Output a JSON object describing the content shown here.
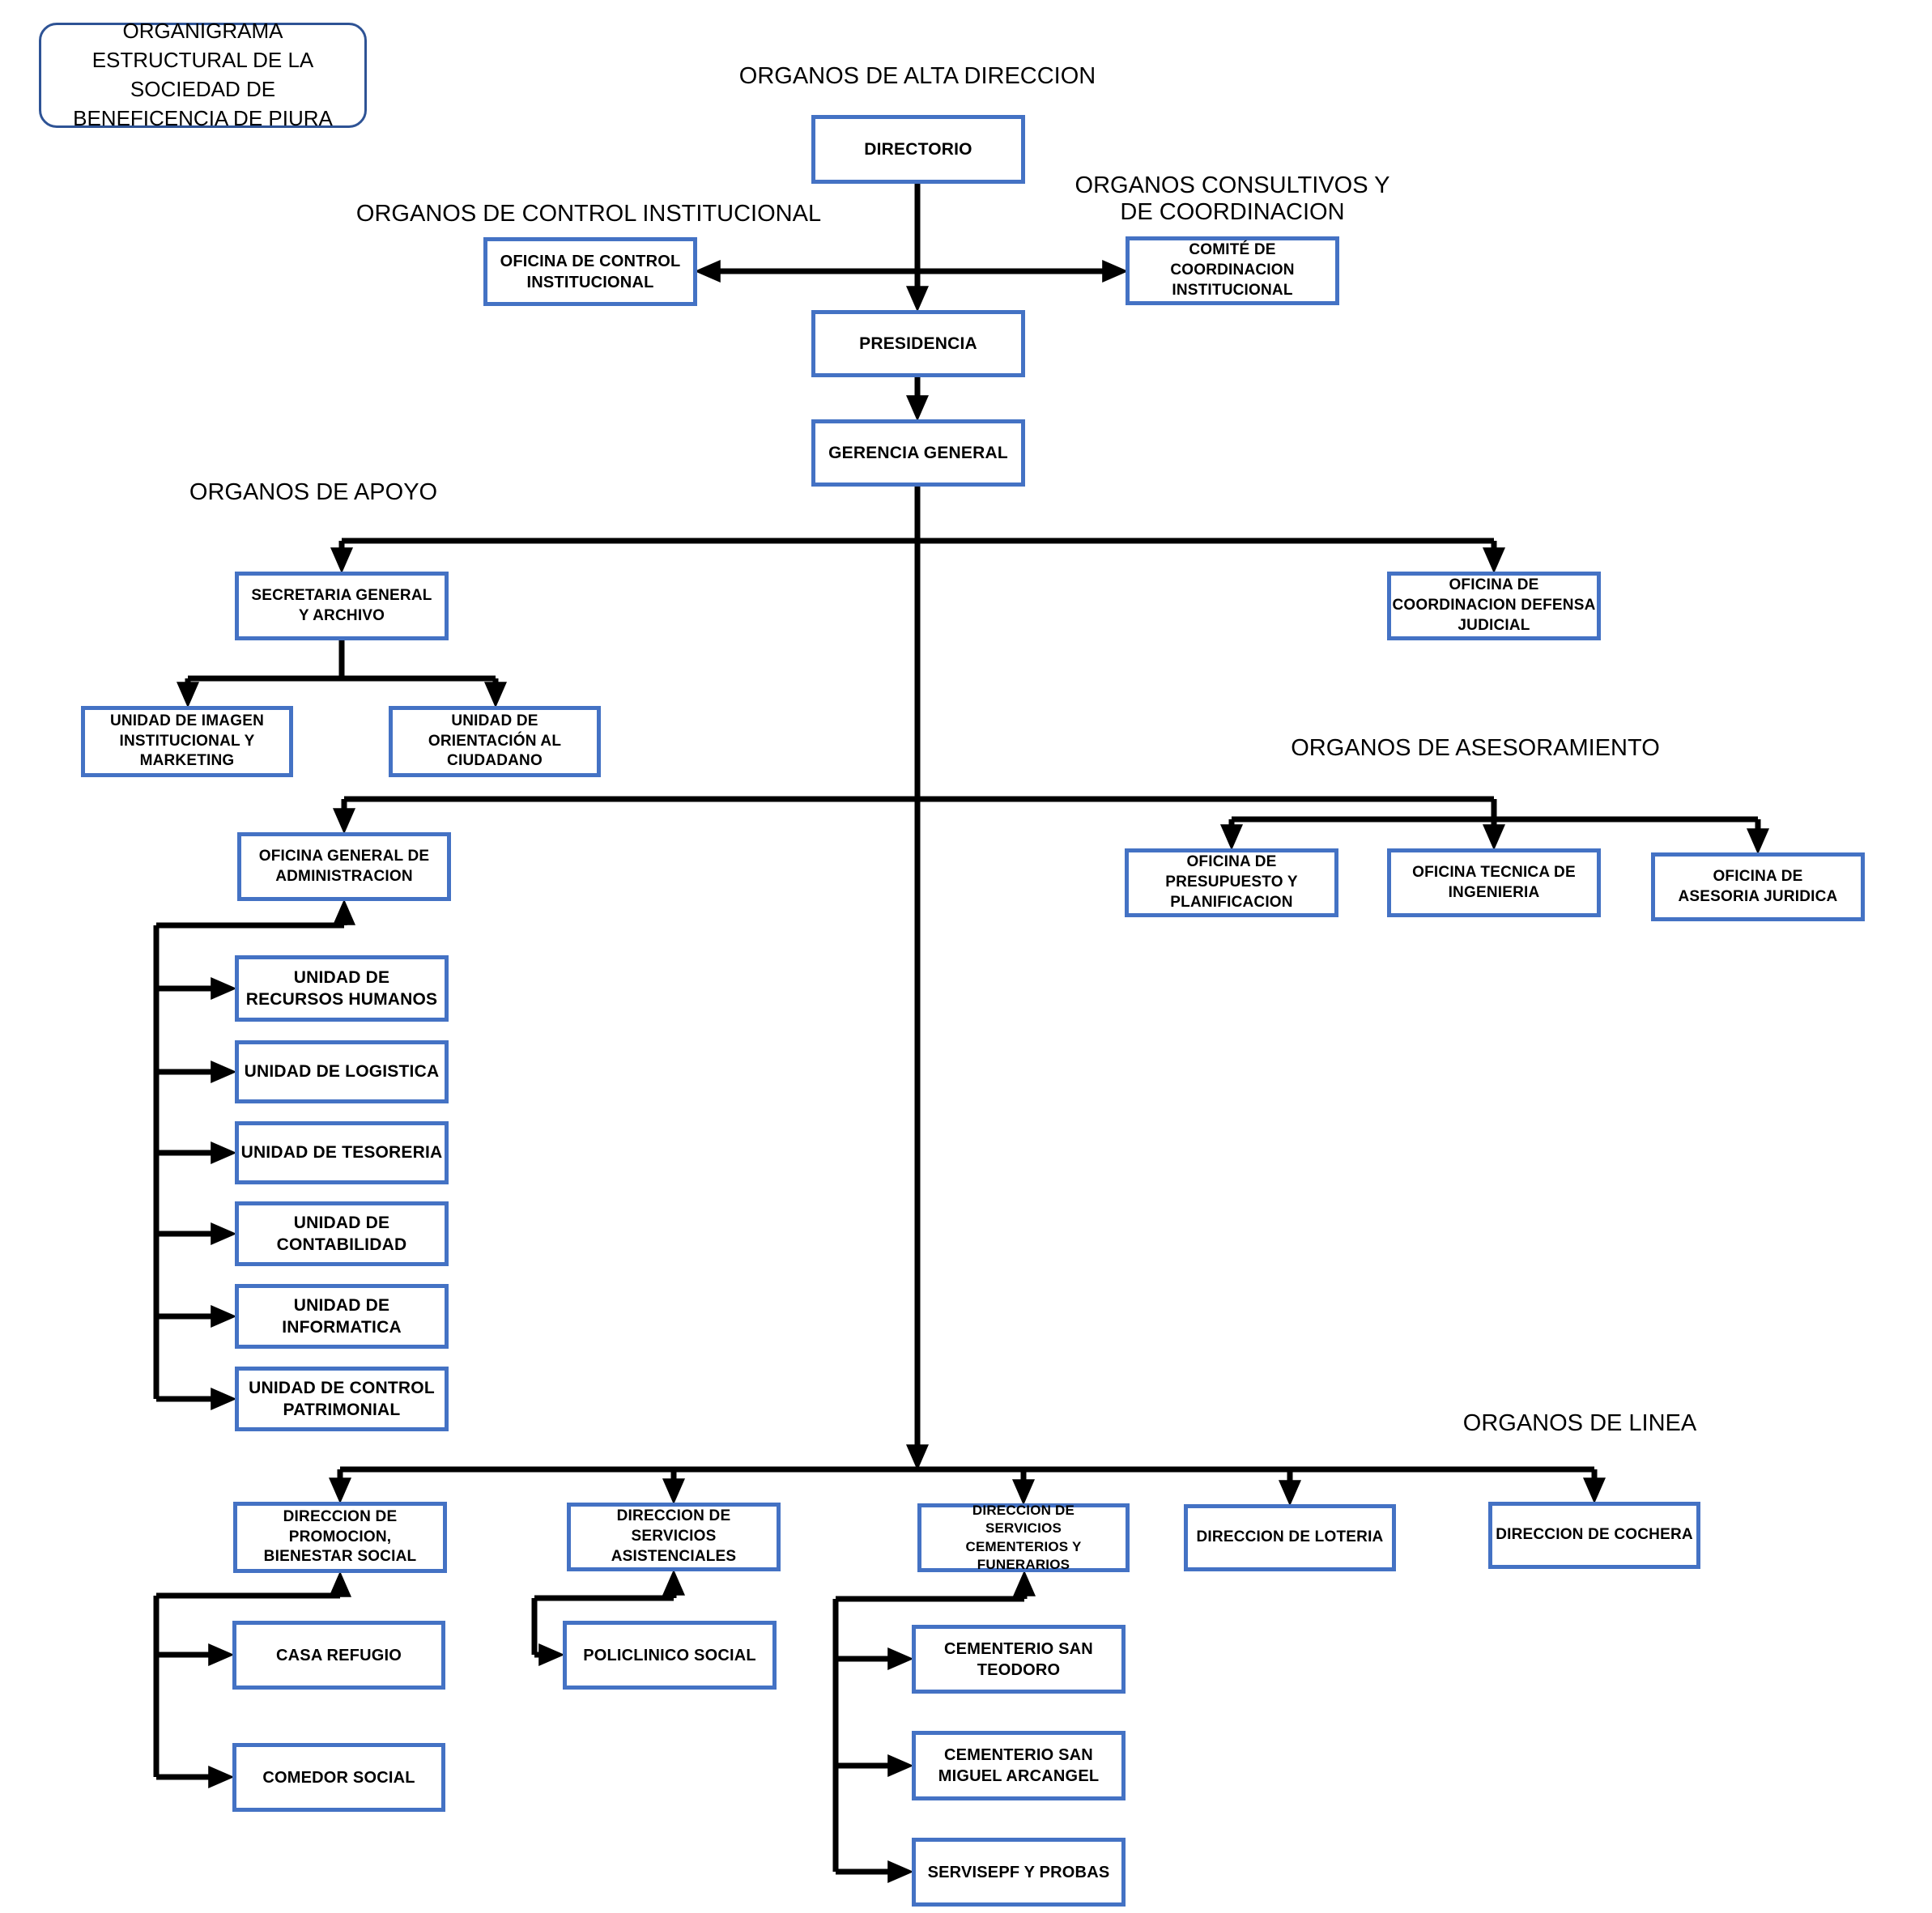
{
  "title": "ORGANIGRAMA ESTRUCTURAL DE LA SOCIEDAD DE BENEFICENCIA DE PIURA",
  "section_headings": {
    "alta_direccion": "ORGANOS DE ALTA DIRECCION",
    "control_institucional": "ORGANOS DE CONTROL INSTITUCIONAL",
    "consultivos": "ORGANOS CONSULTIVOS Y DE COORDINACION",
    "apoyo": "ORGANOS DE APOYO",
    "asesoramiento": "ORGANOS DE ASESORAMIENTO",
    "linea": "ORGANOS DE LINEA"
  },
  "nodes": {
    "directorio": {
      "label": "DIRECTORIO"
    },
    "oficina_control": {
      "label": "OFICINA DE CONTROL INSTITUCIONAL"
    },
    "comite_coordinacion": {
      "label": "COMITÉ DE COORDINACION INSTITUCIONAL"
    },
    "presidencia": {
      "label": "PRESIDENCIA"
    },
    "gerencia_general": {
      "label": "GERENCIA GENERAL"
    },
    "secretaria_general": {
      "label": "SECRETARIA GENERAL Y ARCHIVO"
    },
    "defensa_judicial": {
      "label": "OFICINA DE COORDINACION DEFENSA JUDICIAL"
    },
    "unidad_imagen": {
      "label": "UNIDAD DE IMAGEN INSTITUCIONAL Y MARKETING"
    },
    "unidad_orientacion": {
      "label": "UNIDAD DE ORIENTACIÓN AL CIUDADANO"
    },
    "oficina_admin": {
      "label": "OFICINA GENERAL DE ADMINISTRACION"
    },
    "unidad_rrhh": {
      "label": "UNIDAD DE RECURSOS HUMANOS"
    },
    "unidad_logistica": {
      "label": "UNIDAD DE LOGISTICA"
    },
    "unidad_tesoreria": {
      "label": "UNIDAD DE TESORERIA"
    },
    "unidad_contabilidad": {
      "label": "UNIDAD DE CONTABILIDAD"
    },
    "unidad_informatica": {
      "label": "UNIDAD DE INFORMATICA"
    },
    "unidad_control_patrimonial": {
      "label": "UNIDAD DE CONTROL PATRIMONIAL"
    },
    "oficina_presupuesto": {
      "label": "OFICINA DE PRESUPUESTO Y PLANIFICACION"
    },
    "oficina_tecnica": {
      "label": "OFICINA TECNICA DE INGENIERIA"
    },
    "oficina_asesoria": {
      "label": "OFICINA DE ASESORIA JURIDICA"
    },
    "dir_promocion": {
      "label": "DIRECCION DE PROMOCION, BIENESTAR SOCIAL"
    },
    "dir_asistenciales": {
      "label": "DIRECCION DE SERVICIOS ASISTENCIALES"
    },
    "dir_cementerios": {
      "label": "DIRECCION DE SERVICIOS CEMENTERIOS Y FUNERARIOS"
    },
    "dir_loteria": {
      "label": "DIRECCION DE LOTERIA"
    },
    "dir_cochera": {
      "label": "DIRECCION DE COCHERA"
    },
    "casa_refugio": {
      "label": "CASA REFUGIO"
    },
    "comedor_social": {
      "label": "COMEDOR SOCIAL"
    },
    "policlinico": {
      "label": "POLICLINICO SOCIAL"
    },
    "cem_teodoro": {
      "label": "CEMENTERIO SAN TEODORO"
    },
    "cem_miguel": {
      "label": "CEMENTERIO SAN MIGUEL ARCANGEL"
    },
    "servisepf": {
      "label": "SERVISEPF Y PROBAS"
    }
  },
  "edges": [
    {
      "from": "directorio",
      "to": "oficina_control"
    },
    {
      "from": "directorio",
      "to": "comite_coordinacion"
    },
    {
      "from": "directorio",
      "to": "presidencia"
    },
    {
      "from": "presidencia",
      "to": "gerencia_general"
    },
    {
      "from": "gerencia_general",
      "to": "secretaria_general"
    },
    {
      "from": "gerencia_general",
      "to": "defensa_judicial"
    },
    {
      "from": "secretaria_general",
      "to": "unidad_imagen"
    },
    {
      "from": "secretaria_general",
      "to": "unidad_orientacion"
    },
    {
      "from": "gerencia_general",
      "to": "oficina_admin"
    },
    {
      "from": "gerencia_general",
      "to": "oficina_presupuesto"
    },
    {
      "from": "gerencia_general",
      "to": "oficina_tecnica"
    },
    {
      "from": "gerencia_general",
      "to": "oficina_asesoria"
    },
    {
      "from": "oficina_admin",
      "to": "unidad_rrhh"
    },
    {
      "from": "oficina_admin",
      "to": "unidad_logistica"
    },
    {
      "from": "oficina_admin",
      "to": "unidad_tesoreria"
    },
    {
      "from": "oficina_admin",
      "to": "unidad_contabilidad"
    },
    {
      "from": "oficina_admin",
      "to": "unidad_informatica"
    },
    {
      "from": "oficina_admin",
      "to": "unidad_control_patrimonial"
    },
    {
      "from": "gerencia_general",
      "to": "dir_promocion"
    },
    {
      "from": "gerencia_general",
      "to": "dir_asistenciales"
    },
    {
      "from": "gerencia_general",
      "to": "dir_cementerios"
    },
    {
      "from": "gerencia_general",
      "to": "dir_loteria"
    },
    {
      "from": "gerencia_general",
      "to": "dir_cochera"
    },
    {
      "from": "dir_promocion",
      "to": "casa_refugio"
    },
    {
      "from": "dir_promocion",
      "to": "comedor_social"
    },
    {
      "from": "dir_asistenciales",
      "to": "policlinico"
    },
    {
      "from": "dir_cementerios",
      "to": "cem_teodoro"
    },
    {
      "from": "dir_cementerios",
      "to": "cem_miguel"
    },
    {
      "from": "dir_cementerios",
      "to": "servisepf"
    }
  ],
  "colors": {
    "box_border": "#4472C4",
    "title_border": "#2E5395",
    "connector": "#000000",
    "text": "#000000",
    "background": "#FFFFFF"
  }
}
